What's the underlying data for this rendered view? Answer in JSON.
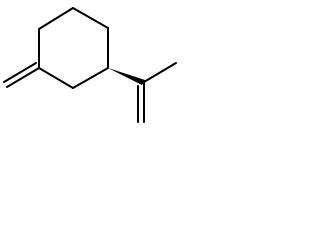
{
  "structure": {
    "kind": "skeletal-formula",
    "ring": "cyclohexane",
    "substituents": [
      "methylidene",
      "isopropenyl"
    ],
    "stereo_bond": "wedge",
    "bond_color": "#000000"
  }
}
